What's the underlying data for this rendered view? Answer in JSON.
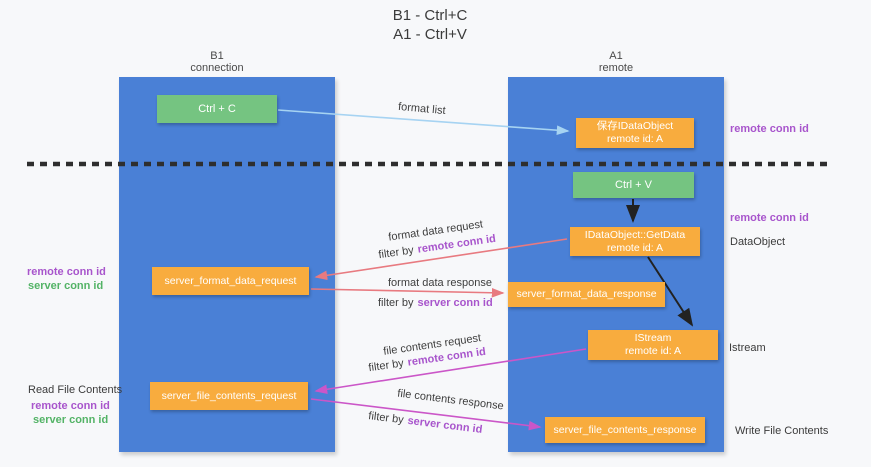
{
  "title": {
    "line1": "B1 - Ctrl+C",
    "line2": "A1 - Ctrl+V"
  },
  "lanes": {
    "b1": {
      "name": "B1",
      "subtitle": "connection"
    },
    "a1": {
      "name": "A1",
      "subtitle": "remote"
    }
  },
  "nodes": {
    "ctrl_c": {
      "label": "Ctrl + C"
    },
    "ctrl_v": {
      "label": "Ctrl + V"
    },
    "save_dataobject": {
      "line1": "保存IDataObject",
      "line2": "remote id: A"
    },
    "getdata": {
      "line1": "IDataObject::GetData",
      "line2": "remote id: A"
    },
    "istream": {
      "line1": "IStream",
      "line2": "remote id: A"
    },
    "format_request": {
      "label": "server_format_data_request"
    },
    "format_response": {
      "label": "server_format_data_response"
    },
    "file_request": {
      "label": "server_file_contents_request"
    },
    "file_response": {
      "label": "server_file_contents_response"
    }
  },
  "flow_labels": {
    "format_list": "format list",
    "format_data_request": "format data request",
    "format_data_response": "format data response",
    "file_contents_request": "file contents request",
    "file_contents_response": "file contents response",
    "filter_by": "filter by",
    "remote_conn_id": "remote conn id",
    "server_conn_id": "server conn id"
  },
  "annotations": {
    "left": {
      "remote_conn_id": "remote conn id",
      "server_conn_id": "server conn id",
      "read_file_contents": "Read File Contents"
    },
    "right": {
      "remote_conn_id": "remote conn id",
      "dataobject": "DataObject",
      "istream": "Istream",
      "write_file_contents": "Write File Contents"
    }
  },
  "colors": {
    "lane_blue": "#4a80d6",
    "box_green": "#75c481",
    "box_orange": "#f8ac3e",
    "arrow_light_blue": "#a6d3f2",
    "arrow_salmon": "#e87a80",
    "arrow_magenta": "#cb56c8",
    "arrow_black": "#222222",
    "text_purple": "#a855cc",
    "text_green": "#53b366",
    "dashed_line": "#2e2e2e"
  }
}
